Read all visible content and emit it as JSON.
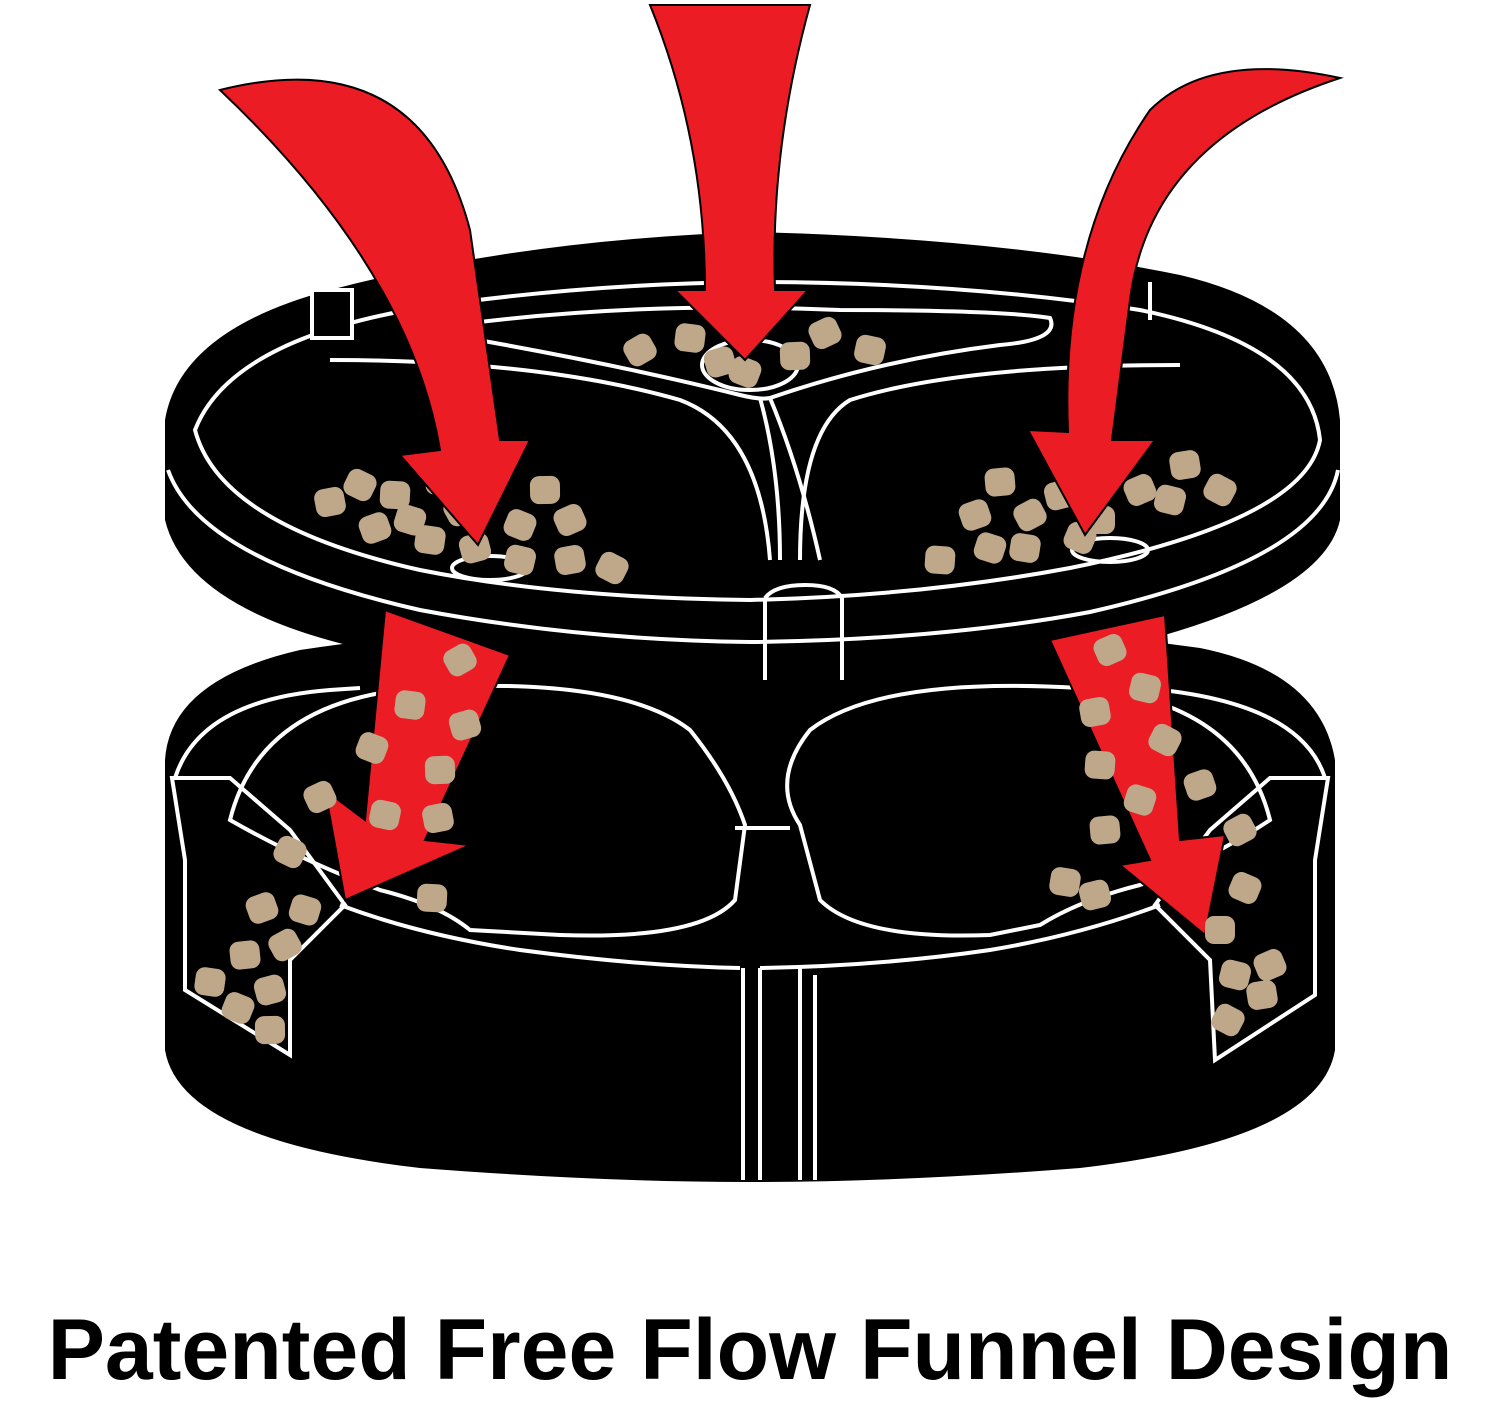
{
  "caption": "Patented Free Flow Funnel Design",
  "colors": {
    "background": "#ffffff",
    "tray": "#000000",
    "outline": "#ffffff",
    "arrow": "#ec1c24",
    "kibble": "#bfa88a"
  },
  "diagram": {
    "parts": [
      "top-tray",
      "bottom-tray"
    ],
    "arrows": [
      "arrow-top-left",
      "arrow-top-center",
      "arrow-top-right",
      "arrow-lower-left",
      "arrow-lower-right"
    ],
    "kibble_color_name": "tan"
  }
}
